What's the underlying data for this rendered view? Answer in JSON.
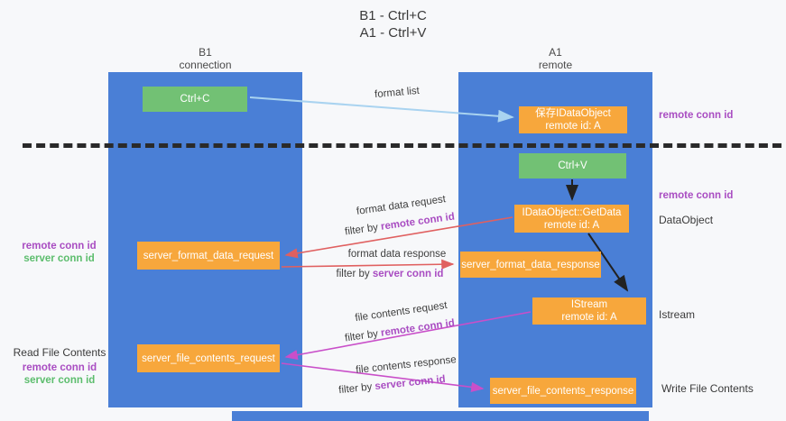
{
  "title": {
    "line1": "B1 - Ctrl+C",
    "line2": "A1 - Ctrl+V"
  },
  "columns": {
    "left": {
      "title": "B1",
      "subtitle": "connection"
    },
    "right": {
      "title": "A1",
      "subtitle": "remote"
    }
  },
  "nodes": {
    "ctrl_c": {
      "label": "Ctrl+C"
    },
    "ctrl_v": {
      "label": "Ctrl+V"
    },
    "save_idataobject": {
      "line1": "保存IDataObject",
      "line2": "remote id: A"
    },
    "getdata": {
      "line1": "IDataObject::GetData",
      "line2": "remote id: A"
    },
    "istream": {
      "line1": "IStream",
      "line2": "remote id: A"
    },
    "server_format_data_request": {
      "label": "server_format_data_request"
    },
    "server_format_data_response": {
      "label": "server_format_data_response"
    },
    "server_file_contents_request": {
      "label": "server_file_contents_request"
    },
    "server_file_contents_response": {
      "label": "server_file_contents_response"
    }
  },
  "arrow_labels": {
    "format_list": "format list",
    "format_data_request": {
      "line1": "format data request",
      "filter_prefix": "filter by ",
      "filter_key": "remote conn id"
    },
    "format_data_response": {
      "line1": "format data response",
      "filter_prefix": "filter by ",
      "filter_key": "server conn id"
    },
    "file_contents_request": {
      "line1": "file contents request",
      "filter_prefix": "filter by ",
      "filter_key": "remote conn id"
    },
    "file_contents_response": {
      "line1": "file contents response",
      "filter_prefix": "filter by ",
      "filter_key": "server conn id"
    }
  },
  "side_labels": {
    "right_remote_conn_id_top": "remote conn id",
    "right_remote_conn_id_mid": "remote conn id",
    "right_dataobject": "DataObject",
    "right_istream": "Istream",
    "right_write_file": "Write File Contents",
    "left_mid": {
      "remote": "remote conn id",
      "server": "server conn id"
    },
    "left_bottom": {
      "read_file": "Read File Contents",
      "remote": "remote conn id",
      "server": "server conn id"
    }
  },
  "colors": {
    "column_blue": "#4a7fd6",
    "box_green": "#72c174",
    "box_orange": "#f7a73c",
    "purple_text": "#a94dc2",
    "green_text": "#5cbd6d",
    "red_arrow": "#e06060",
    "magenta_arrow": "#c94fc9",
    "light_blue_arrow": "#a9d3f0",
    "black_arrow": "#222222"
  }
}
